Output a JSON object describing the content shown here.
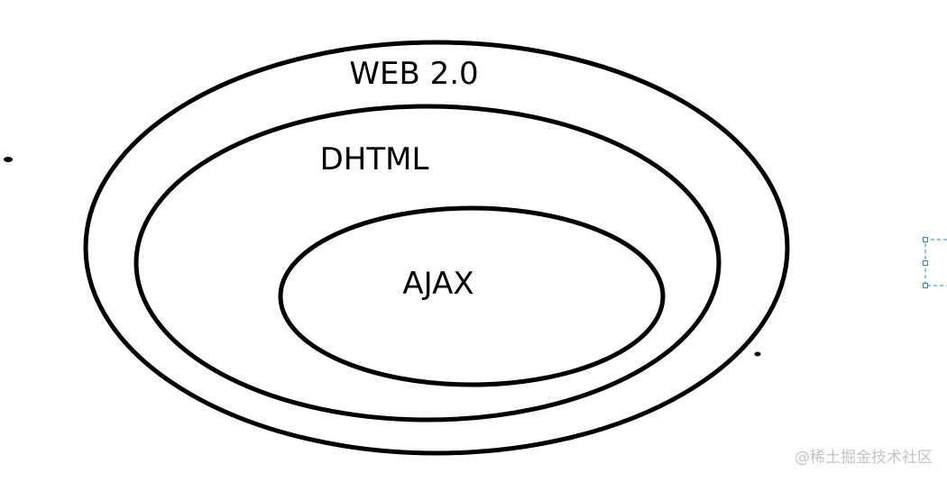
{
  "diagram": {
    "outer_label": "WEB 2.0",
    "middle_label": "DHTML",
    "inner_label": "AJAX",
    "stroke_color": "#000000",
    "selection_color": "#3a7fb8"
  },
  "watermark": {
    "text": "@稀土掘金技术社区"
  }
}
